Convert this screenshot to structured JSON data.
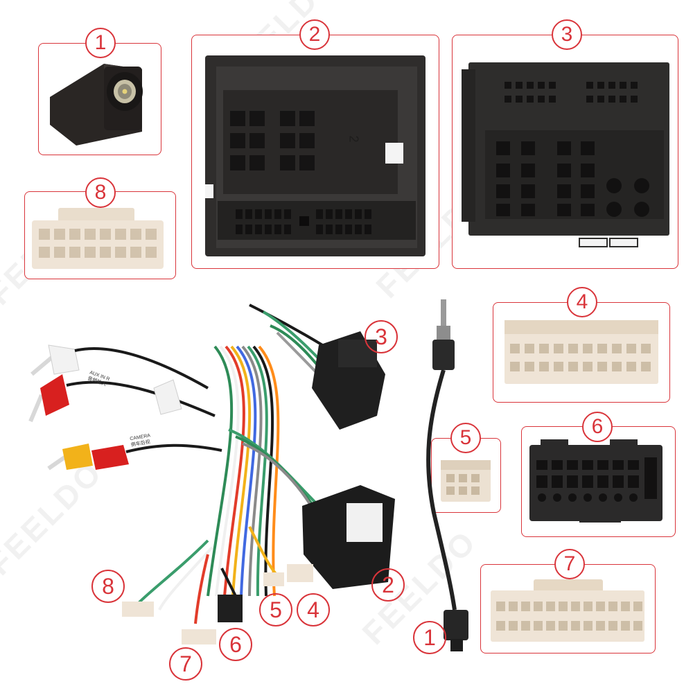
{
  "watermark": "FEELDO",
  "callouts": {
    "n1": "1",
    "n2": "2",
    "n3": "3",
    "n4": "4",
    "n5": "5",
    "n6": "6",
    "n7": "7",
    "n8": "8"
  },
  "labels": {
    "connector2_mark": "2",
    "cable_tag_camera": "CAMERA",
    "cable_tag_camera_sub": "倒车后视",
    "cable_tag_aux": "AUX IN R",
    "cable_tag_aux_sub": "音频输入"
  },
  "colors": {
    "accent": "#d9343a",
    "connector_dark": "#2b2b2b",
    "connector_cream": "#efe4d6",
    "rca_white": "#f2f2f2",
    "rca_red": "#d8201f",
    "rca_yellow": "#f2b21a"
  }
}
